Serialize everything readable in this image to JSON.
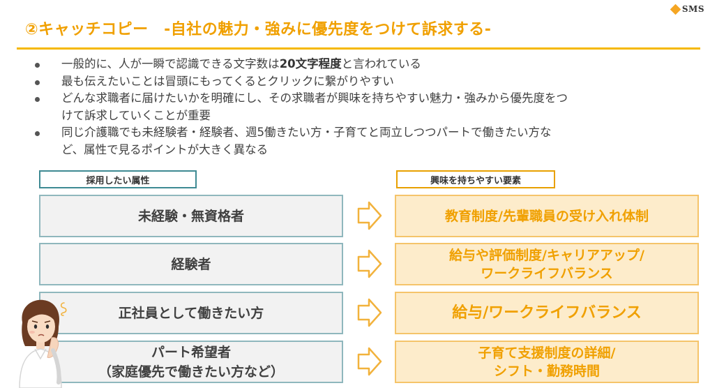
{
  "logo": {
    "text": "SMS"
  },
  "title": "②キャッチコピー　-自社の魅力・強みに優先度をつけて訴求する-",
  "bullets": [
    {
      "pre": "一般的に、人が一瞬で認識できる文字数は",
      "bold": "20文字程度",
      "post": "と言われている"
    },
    {
      "text": "最も伝えたいことは冒頭にもってくるとクリックに繋がりやすい"
    },
    {
      "line1": "どんな求職者に届けたいかを明確にし、その求職者が興味を持ちやすい魅力・強みから優先度をつ",
      "line2": "けて訴求していくことが重要"
    },
    {
      "line1": "同じ介護職でも未経験者・経験者、週5働きたい方・子育てと両立しつつパートで働きたい方な",
      "line2": "ど、属性で見るポイントが大きく異なる"
    }
  ],
  "headers": {
    "left": "採用したい属性",
    "right": "興味を持ちやすい要素"
  },
  "rows": [
    {
      "left": [
        "未経験・無資格者"
      ],
      "right": [
        "教育制度/先輩職員の受け入れ体制"
      ]
    },
    {
      "left": [
        "経験者"
      ],
      "right": [
        "給与や評価制度/キャリアアップ/",
        "ワークライフバランス"
      ]
    },
    {
      "left": [
        "正社員として働きたい方"
      ],
      "right": [
        "給与/ワークライフバランス"
      ]
    },
    {
      "left": [
        "パート希望者",
        "（家庭優先で働きたい方など）"
      ],
      "right": [
        "子育て支援制度の詳細/",
        "シフト・勤務時間"
      ]
    }
  ],
  "colors": {
    "accent": "#f0a000",
    "rule": "#f5b800",
    "teal": "#3e8a93",
    "left_fill": "#f2f2f2",
    "right_fill": "#fdeccb"
  }
}
